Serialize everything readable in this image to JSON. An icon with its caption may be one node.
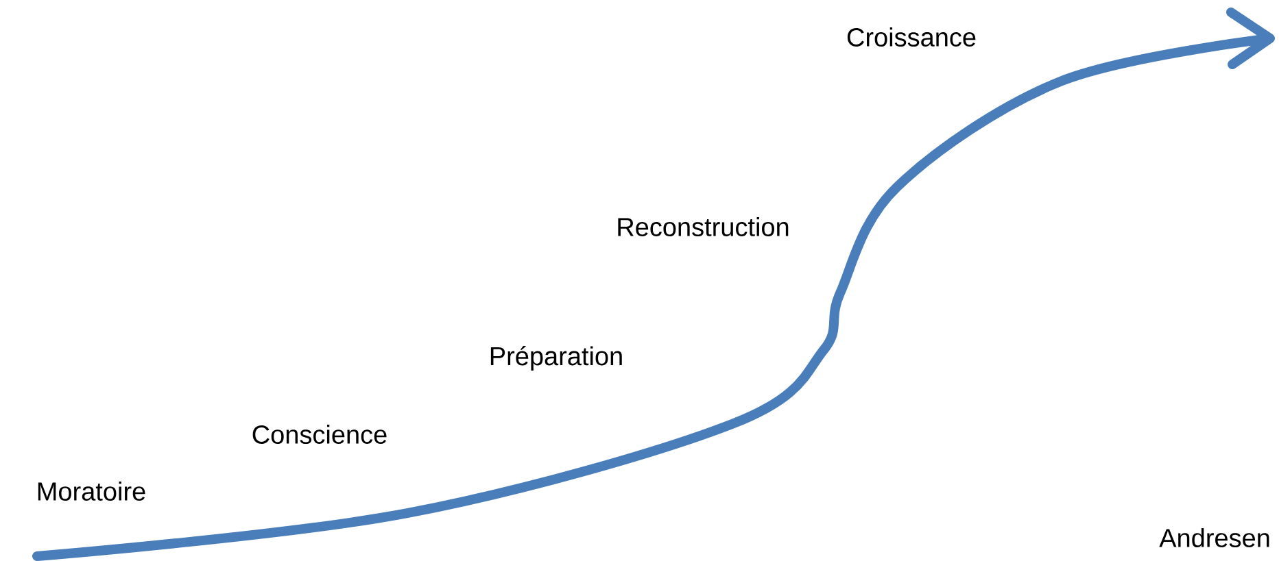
{
  "diagram": {
    "labels": [
      "Croissance",
      "Reconstruction",
      "Préparation",
      "Conscience",
      "Moratoire",
      "Andresen"
    ]
  }
}
